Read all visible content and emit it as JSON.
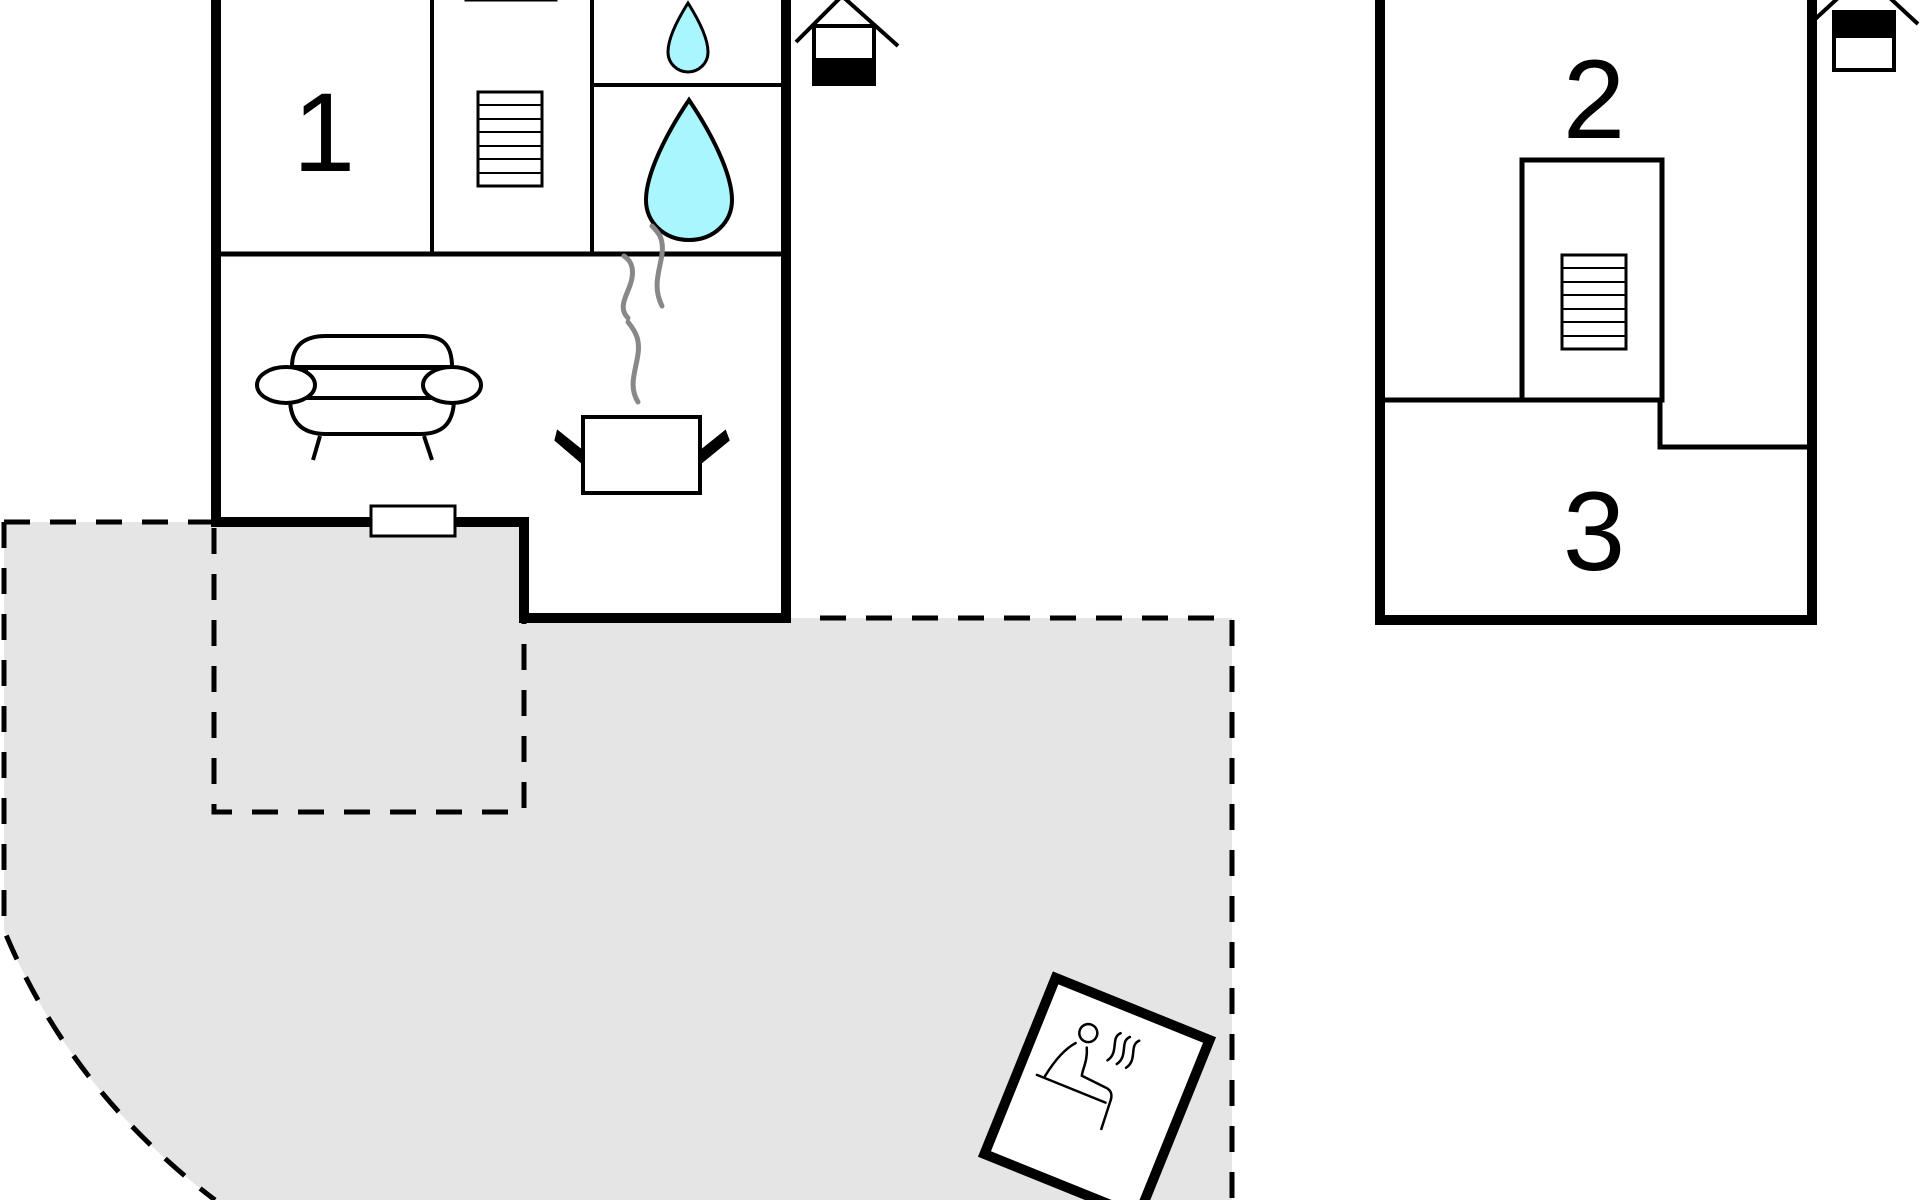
{
  "floorplan": {
    "rooms": [
      {
        "id": "room-1",
        "label": "1",
        "kind": "bedroom"
      },
      {
        "id": "room-2",
        "label": "2",
        "kind": "bedroom"
      },
      {
        "id": "room-3",
        "label": "3",
        "kind": "bedroom"
      }
    ],
    "icons": [
      "sofa-icon",
      "cooking-pot-icon",
      "water-drop-icon",
      "shower-drop-icon",
      "radiator-icon",
      "house-entrance-icon",
      "sauna-icon"
    ],
    "colors": {
      "wall": "#000000",
      "outdoor_area": "#e5e5e5",
      "water": "#aaf6ff",
      "steam": "#888888",
      "background": "#ffffff"
    }
  }
}
